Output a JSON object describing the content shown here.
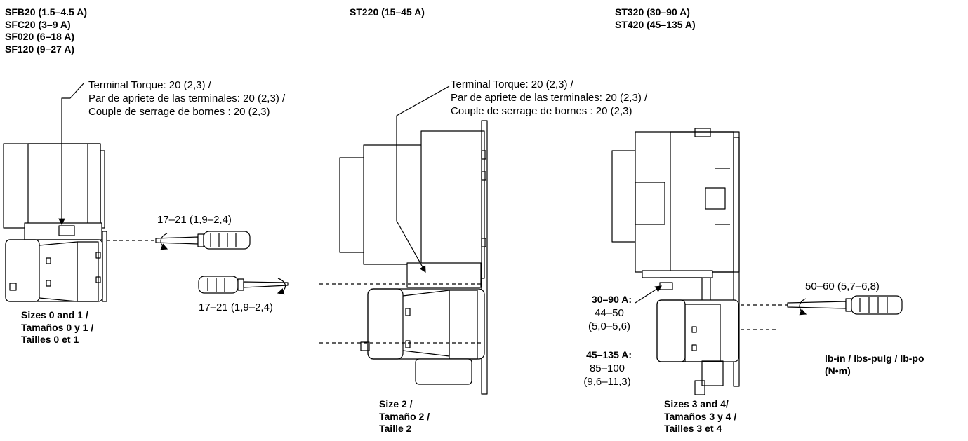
{
  "headers": {
    "col1": [
      "SFB20 (1.5–4.5 A)",
      "SFC20 (3–9 A)",
      "SF020 (6–18 A)",
      "SF120 (9–27 A)"
    ],
    "col2": [
      "ST220 (15–45 A)"
    ],
    "col3": [
      "ST320 (30–90 A)",
      "ST420 (45–135 A)"
    ]
  },
  "torque_notes": {
    "size01": [
      "Terminal Torque: 20 (2,3) /",
      "Par de apriete de las terminales: 20 (2,3) /",
      "Couple de serrage de bornes : 20 (2,3)"
    ],
    "size2": [
      "Terminal Torque: 20 (2,3) /",
      "Par de apriete de las terminales: 20 (2,3) /",
      "Couple de serrage de bornes : 20 (2,3)"
    ]
  },
  "screw_torques": {
    "size01": "17–21 (1,9–2,4)",
    "size2": "17–21 (1,9–2,4)",
    "size34": "50–60 (5,7–6,8)"
  },
  "lug_torques": {
    "a_label": "30–90 A:",
    "a_value": [
      "44–50",
      "(5,0–5,6)"
    ],
    "b_label": "45–135 A:",
    "b_value": [
      "85–100",
      "(9,6–11,3)"
    ]
  },
  "captions": {
    "size01": [
      "Sizes 0 and 1 /",
      "Tamaños 0 y 1 /",
      "Tailles 0 et 1"
    ],
    "size2": [
      "Size 2 /",
      "Tamaño 2 /",
      "Taille 2"
    ],
    "size34": [
      "Sizes 3 and 4/",
      "Tamaños 3 y 4 /",
      "Tailles 3 et 4"
    ]
  },
  "units": [
    "lb-in / lbs-pulg / lb-po",
    "(N•m)"
  ]
}
